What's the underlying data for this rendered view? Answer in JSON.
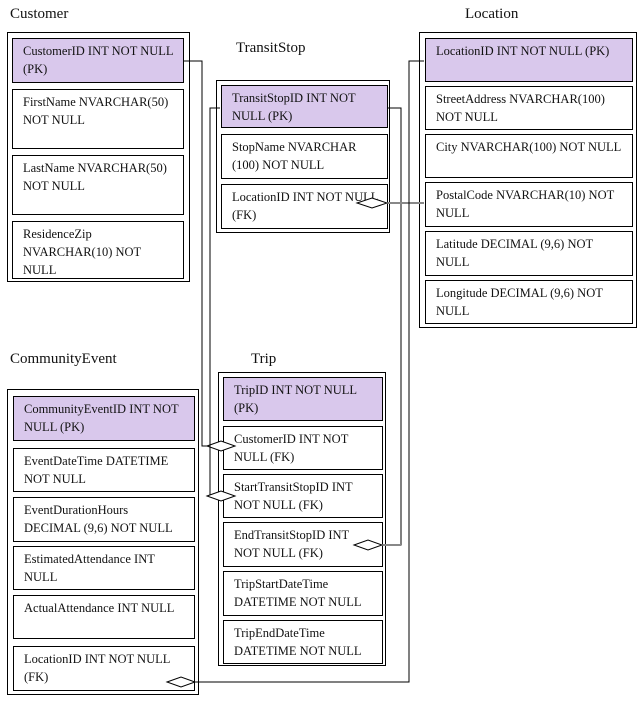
{
  "entities": {
    "customer": {
      "title": "Customer",
      "fields": [
        "CustomerID INT NOT NULL (PK)",
        "FirstName NVARCHAR(50) NOT NULL",
        "LastName NVARCHAR(50) NOT NULL",
        "ResidenceZip NVARCHAR(10) NOT NULL"
      ]
    },
    "transit_stop": {
      "title": "TransitStop",
      "fields": [
        "TransitStopID INT NOT NULL (PK)",
        "StopName NVARCHAR (100) NOT NULL",
        "LocationID INT NOT NULL (FK)"
      ]
    },
    "location": {
      "title": "Location",
      "fields": [
        "LocationID INT NOT NULL (PK)",
        "StreetAddress NVARCHAR(100) NOT NULL",
        "City NVARCHAR(100) NOT NULL",
        "PostalCode NVARCHAR(10) NOT NULL",
        "Latitude DECIMAL (9,6) NOT NULL",
        "Longitude DECIMAL (9,6) NOT NULL"
      ]
    },
    "community_event": {
      "title": "CommunityEvent",
      "fields": [
        "CommunityEventID INT NOT NULL (PK)",
        "EventDateTime DATETIME NOT NULL",
        "EventDurationHours DECIMAL (9,6) NOT NULL",
        "EstimatedAttendance INT NULL",
        "ActualAttendance INT NULL",
        "LocationID INT NOT NULL (FK)"
      ]
    },
    "trip": {
      "title": "Trip",
      "fields": [
        "TripID INT NOT NULL (PK)",
        "CustomerID INT NOT NULL (FK)",
        "StartTransitStopID INT NOT NULL (FK)",
        "EndTransitStopID INT NOT NULL (FK)",
        "TripStartDateTime DATETIME NOT NULL",
        "TripEndDateTime DATETIME NOT NULL"
      ]
    }
  },
  "colors": {
    "primary_key_fill": "#d9c8ec",
    "line": "#000000",
    "location_link": "#888888"
  }
}
